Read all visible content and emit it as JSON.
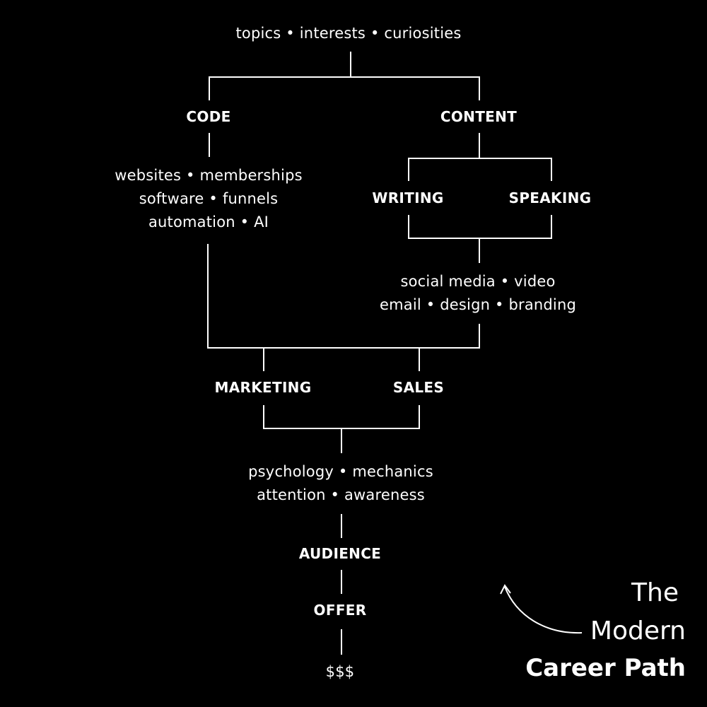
{
  "diagram": {
    "root": "topics • interests • curiosities",
    "branches": {
      "code": {
        "label": "CODE",
        "details": [
          "websites • memberships",
          "software • funnels",
          "automation • AI"
        ]
      },
      "content": {
        "label": "CONTENT",
        "sub_branches": [
          "WRITING",
          "SPEAKING"
        ],
        "details": [
          "social media • video",
          "email • design • branding"
        ]
      }
    },
    "merge": {
      "marketing": "MARKETING",
      "sales": "SALES",
      "details": [
        "psychology • mechanics",
        "attention • awareness"
      ]
    },
    "chain": [
      "AUDIENCE",
      "OFFER",
      "$$$"
    ]
  },
  "title": {
    "line1": "The",
    "line2": "Modern",
    "line3": "Career Path"
  },
  "colors": {
    "background": "#000000",
    "foreground": "#ffffff"
  }
}
